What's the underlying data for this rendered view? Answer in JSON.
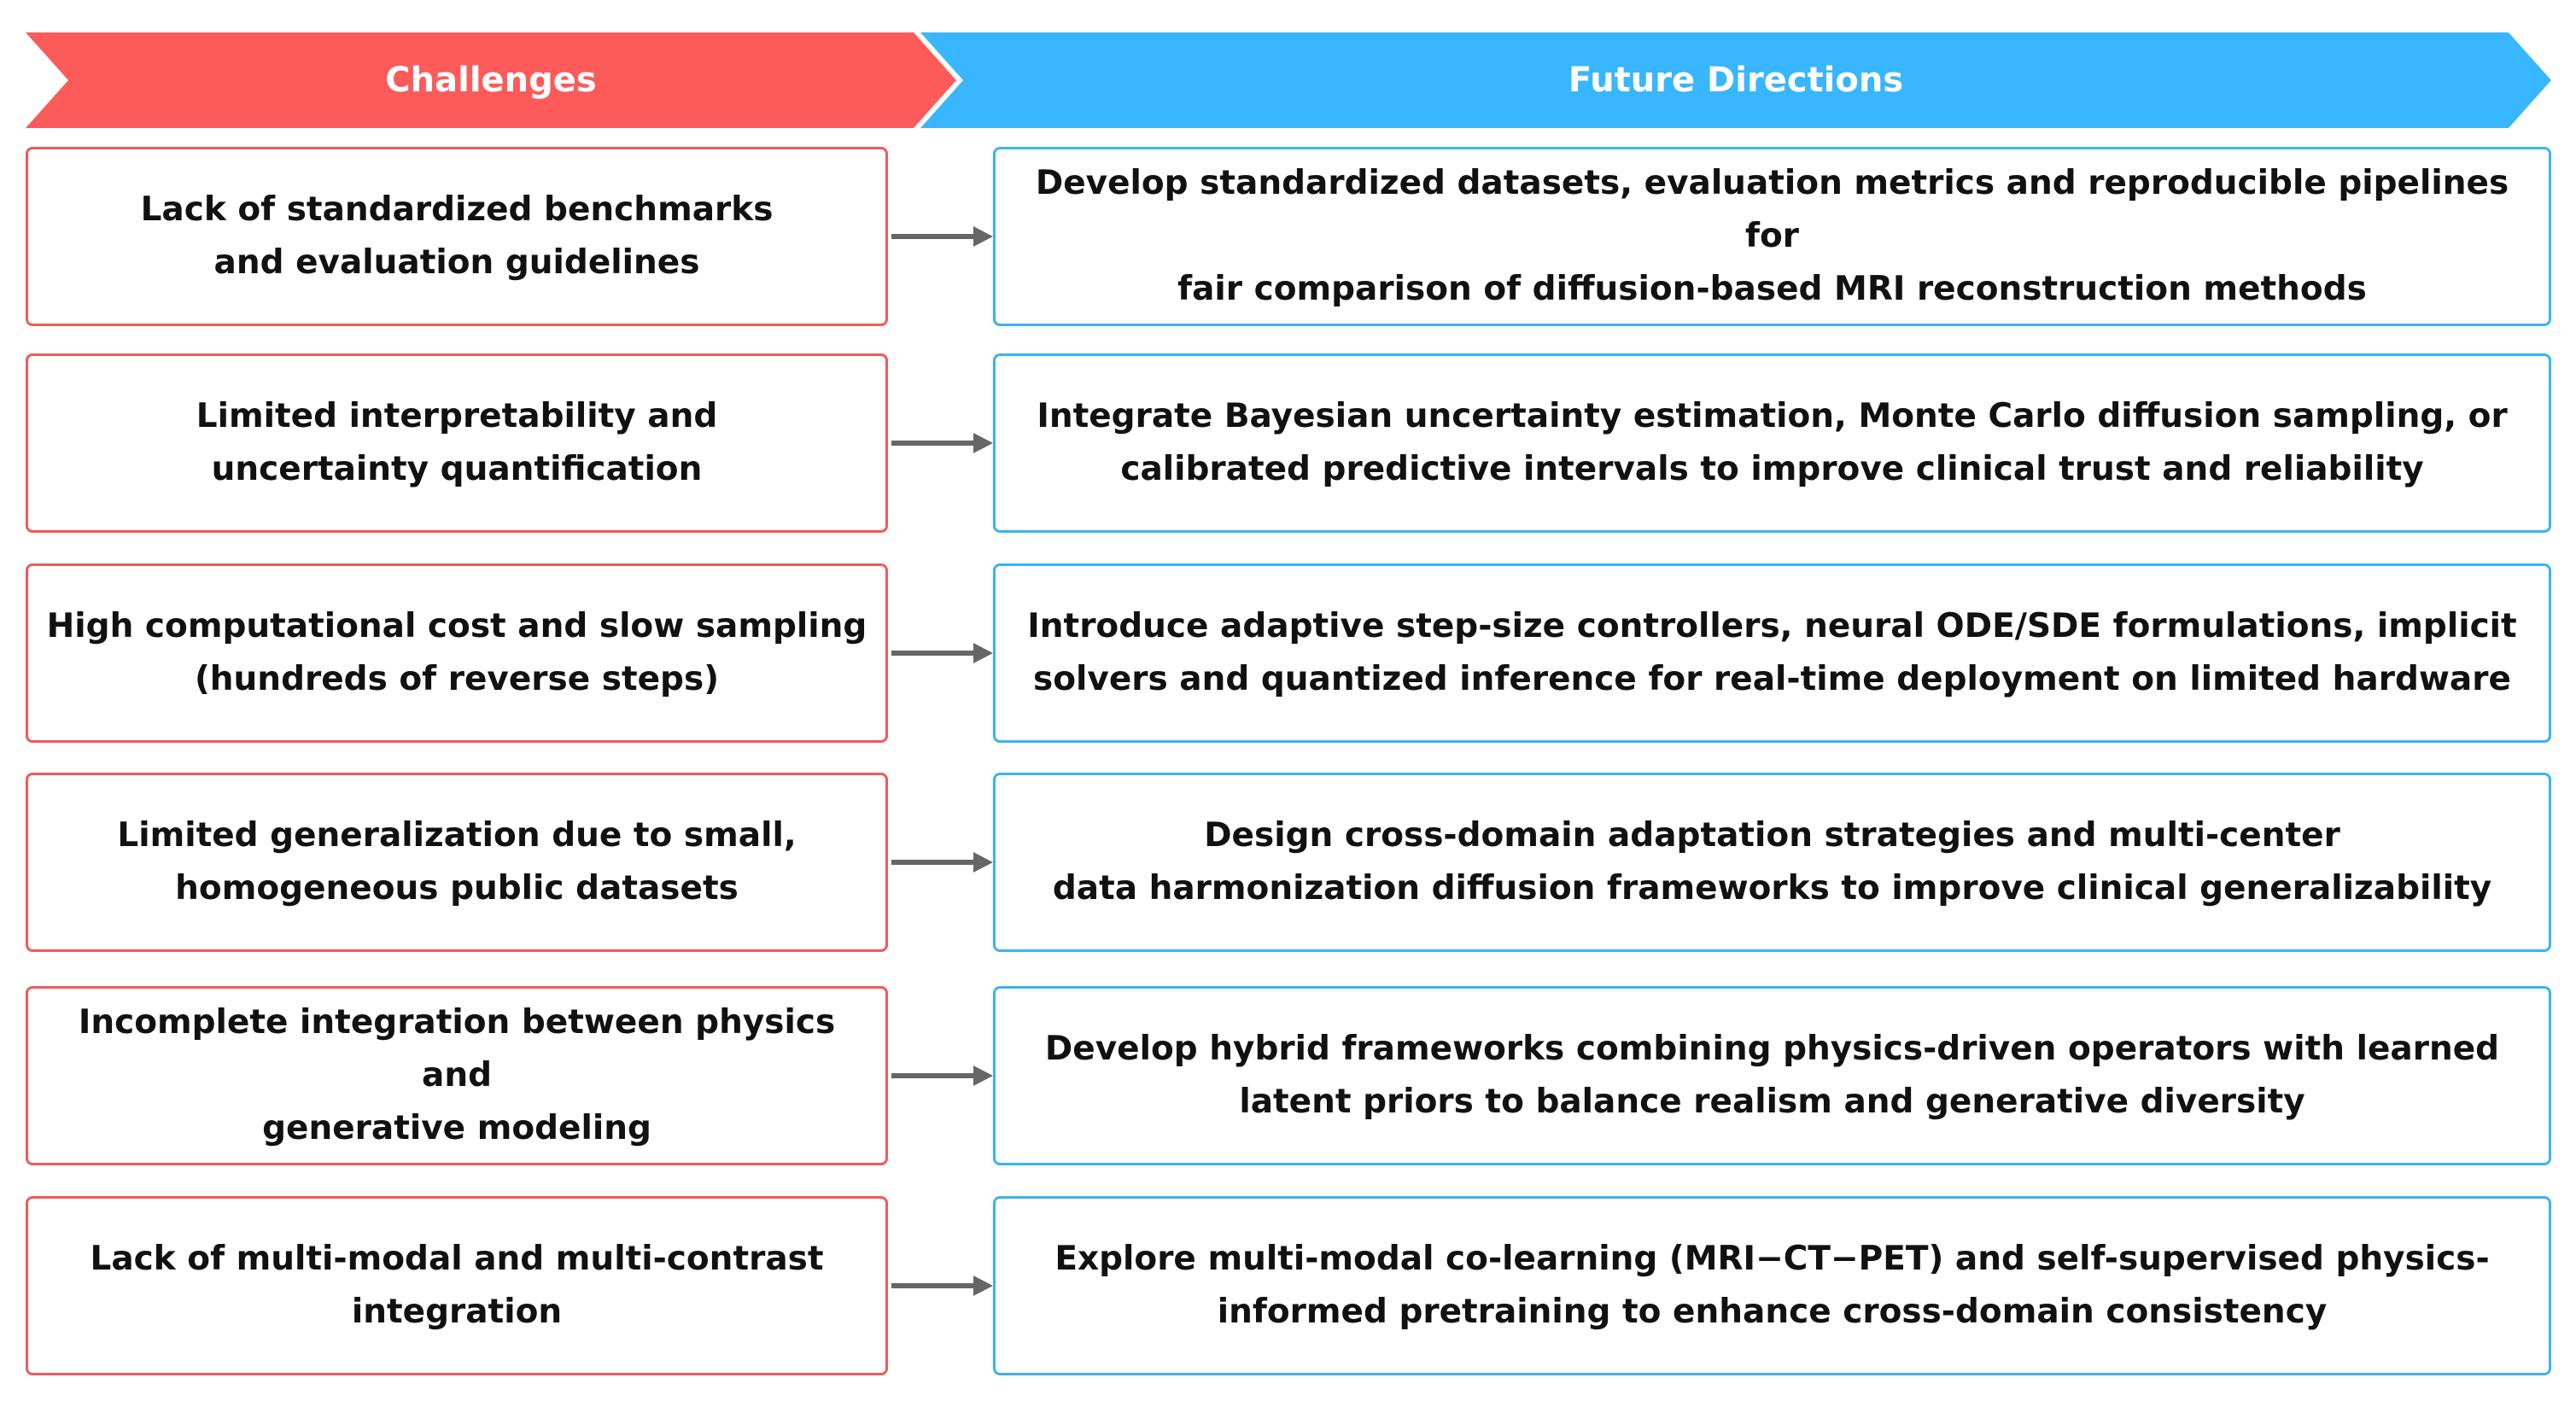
{
  "headers": {
    "challenges": "Challenges",
    "future_directions": "Future Directions"
  },
  "colors": {
    "challenge_accent": "#f05a5a",
    "direction_accent": "#3ab4f2",
    "arrow": "#666666"
  },
  "rows": [
    {
      "challenge": [
        "Lack of standardized benchmarks",
        "and evaluation guidelines"
      ],
      "direction": [
        "Develop standardized datasets, evaluation metrics and reproducible pipelines for",
        "fair comparison of diffusion-based MRI reconstruction methods"
      ]
    },
    {
      "challenge": [
        "Limited interpretability and",
        "uncertainty quantification"
      ],
      "direction": [
        "Integrate Bayesian uncertainty estimation, Monte Carlo diffusion sampling, or",
        "calibrated predictive intervals to improve clinical trust and reliability"
      ]
    },
    {
      "challenge": [
        "High computational cost and slow sampling",
        "(hundreds of reverse steps)"
      ],
      "direction": [
        "Introduce adaptive step-size controllers, neural ODE/SDE formulations, implicit",
        "solvers and quantized inference for real-time deployment on  limited hardware"
      ]
    },
    {
      "challenge": [
        "Limited generalization due to small,",
        "homogeneous public datasets"
      ],
      "direction": [
        "Design cross-domain adaptation strategies and multi-center",
        "data harmonization diffusion frameworks to improve clinical generalizability"
      ]
    },
    {
      "challenge": [
        "Incomplete integration between physics and",
        "generative modeling"
      ],
      "direction": [
        "Develop hybrid frameworks combining physics-driven operators with learned",
        "latent priors to balance realism and generative diversity"
      ]
    },
    {
      "challenge": [
        "Lack of multi-modal and multi-contrast",
        "integration"
      ],
      "direction": [
        "Explore multi-modal co-learning (MRI−CT−PET) and self-supervised physics-",
        "informed pretraining to enhance cross-domain consistency"
      ]
    }
  ]
}
